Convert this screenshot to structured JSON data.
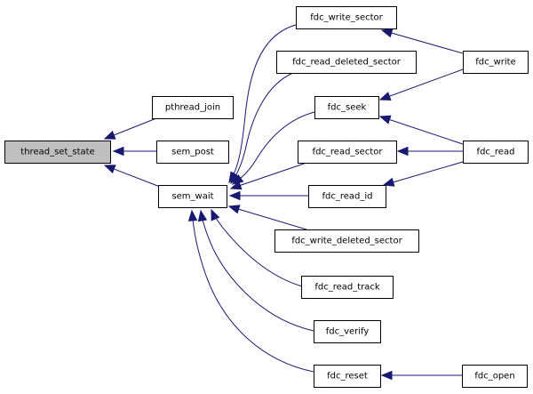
{
  "graph": {
    "title": "Caller graph of thread_set_state",
    "colors": {
      "edge": "#191970",
      "root_fill": "#bfbfbf",
      "node_fill": "#ffffff",
      "node_border": "#000000"
    },
    "nodes": [
      {
        "id": "thread_set_state",
        "label": "thread_set_state",
        "root": true
      },
      {
        "id": "pthread_join",
        "label": "pthread_join"
      },
      {
        "id": "sem_post",
        "label": "sem_post"
      },
      {
        "id": "sem_wait",
        "label": "sem_wait"
      },
      {
        "id": "fdc_write_sector",
        "label": "fdc_write_sector"
      },
      {
        "id": "fdc_read_deleted_sector",
        "label": "fdc_read_deleted_sector"
      },
      {
        "id": "fdc_seek",
        "label": "fdc_seek"
      },
      {
        "id": "fdc_read_sector",
        "label": "fdc_read_sector"
      },
      {
        "id": "fdc_read_id",
        "label": "fdc_read_id"
      },
      {
        "id": "fdc_write_deleted_sector",
        "label": "fdc_write_deleted_sector"
      },
      {
        "id": "fdc_read_track",
        "label": "fdc_read_track"
      },
      {
        "id": "fdc_verify",
        "label": "fdc_verify"
      },
      {
        "id": "fdc_reset",
        "label": "fdc_reset"
      },
      {
        "id": "fdc_write",
        "label": "fdc_write"
      },
      {
        "id": "fdc_read",
        "label": "fdc_read"
      },
      {
        "id": "fdc_open",
        "label": "fdc_open"
      }
    ],
    "edges": [
      {
        "from": "pthread_join",
        "to": "thread_set_state"
      },
      {
        "from": "sem_post",
        "to": "thread_set_state"
      },
      {
        "from": "sem_wait",
        "to": "thread_set_state"
      },
      {
        "from": "fdc_write_sector",
        "to": "sem_wait"
      },
      {
        "from": "fdc_read_deleted_sector",
        "to": "sem_wait"
      },
      {
        "from": "fdc_seek",
        "to": "sem_wait"
      },
      {
        "from": "fdc_read_sector",
        "to": "sem_wait"
      },
      {
        "from": "fdc_read_id",
        "to": "sem_wait"
      },
      {
        "from": "fdc_write_deleted_sector",
        "to": "sem_wait"
      },
      {
        "from": "fdc_read_track",
        "to": "sem_wait"
      },
      {
        "from": "fdc_verify",
        "to": "sem_wait"
      },
      {
        "from": "fdc_reset",
        "to": "sem_wait"
      },
      {
        "from": "fdc_write",
        "to": "fdc_write_sector"
      },
      {
        "from": "fdc_write",
        "to": "fdc_seek"
      },
      {
        "from": "fdc_read",
        "to": "fdc_seek"
      },
      {
        "from": "fdc_read",
        "to": "fdc_read_sector"
      },
      {
        "from": "fdc_read",
        "to": "fdc_read_id"
      },
      {
        "from": "fdc_open",
        "to": "fdc_reset"
      }
    ]
  }
}
